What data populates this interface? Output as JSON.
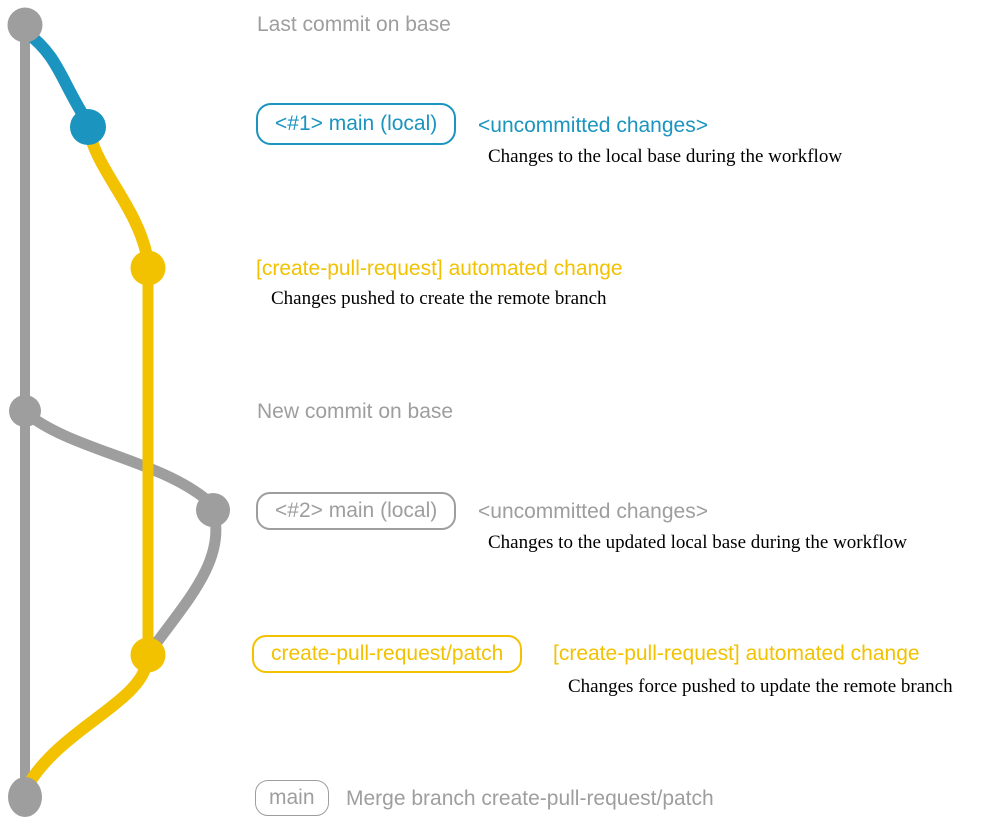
{
  "colors": {
    "base_branch": "#9e9e9e",
    "local_branch": "#1b95bf",
    "patch_branch": "#f2c200",
    "description_text": "#000000"
  },
  "rows": {
    "last_commit_label": "Last commit on base",
    "branch1_badge": "<#1> main (local)",
    "branch1_status": "<uncommitted changes>",
    "branch1_desc": "Changes to the local base during the workflow",
    "cpr_commit1_label": "[create-pull-request] automated change",
    "cpr_commit1_desc": "Changes pushed to create the remote branch",
    "new_commit_label": "New commit on base",
    "branch2_badge": "<#2> main (local)",
    "branch2_status": "<uncommitted changes>",
    "branch2_desc": "Changes to the updated local base during the workflow",
    "patch_branch_badge": "create-pull-request/patch",
    "cpr_commit2_label": "[create-pull-request] automated change",
    "cpr_commit2_desc": "Changes force pushed to update the remote branch",
    "merge_badge": "main",
    "merge_message": "Merge branch create-pull-request/patch"
  },
  "graph": {
    "commits": [
      {
        "id": "base-1",
        "branch": "base",
        "color": "gray",
        "label": "Last commit on base"
      },
      {
        "id": "local-1",
        "branch": "main-local-1",
        "color": "blue",
        "label": "<#1> main (local) <uncommitted changes>"
      },
      {
        "id": "patch-1",
        "branch": "create-pull-request/patch",
        "color": "yellow",
        "label": "[create-pull-request] automated change"
      },
      {
        "id": "base-2",
        "branch": "base",
        "color": "gray",
        "label": "New commit on base"
      },
      {
        "id": "local-2",
        "branch": "main-local-2",
        "color": "gray",
        "label": "<#2> main (local) <uncommitted changes>"
      },
      {
        "id": "patch-2",
        "branch": "create-pull-request/patch",
        "color": "yellow",
        "label": "[create-pull-request] automated change"
      },
      {
        "id": "merge",
        "branch": "main",
        "color": "gray",
        "label": "Merge branch create-pull-request/patch"
      }
    ]
  }
}
